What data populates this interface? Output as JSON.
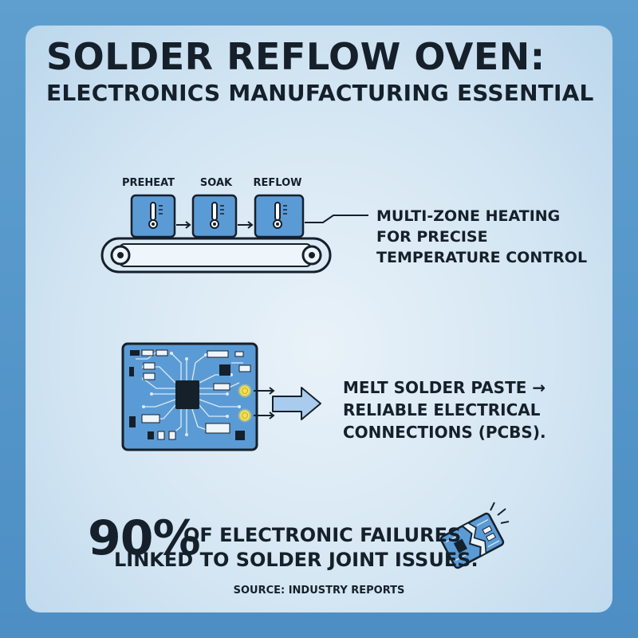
{
  "title": "SOLDER REFLOW OVEN:",
  "subtitle": "ELECTRONICS MANUFACTURING ESSENTIAL",
  "oven": {
    "zones": [
      "PREHEAT",
      "SOAK",
      "REFLOW"
    ],
    "callout": [
      "MULTI-ZONE HEATING",
      "FOR PRECISE",
      "TEMPERATURE CONTROL"
    ]
  },
  "pcb": {
    "callout": [
      "MELT SOLDER PASTE →",
      "RELIABLE ELECTRICAL",
      "CONNECTIONS (PCBS)."
    ]
  },
  "stat": {
    "value": "90%",
    "line1": "OF ELECTRONIC FAILURES",
    "line2": "LINKED TO SOLDER JOINT ISSUES."
  },
  "source": "SOURCE: INDUSTRY REPORTS",
  "colors": {
    "background": "#4d8ec4",
    "card": "#e9f2f9",
    "accent_blue": "#5b9bd5",
    "outline": "#15202b",
    "solder_glow": "#f4e04d"
  },
  "icons": [
    "thermometer-icon",
    "conveyor-belt-icon",
    "circuit-board-icon",
    "arrow-right-icon",
    "broken-chip-icon"
  ]
}
